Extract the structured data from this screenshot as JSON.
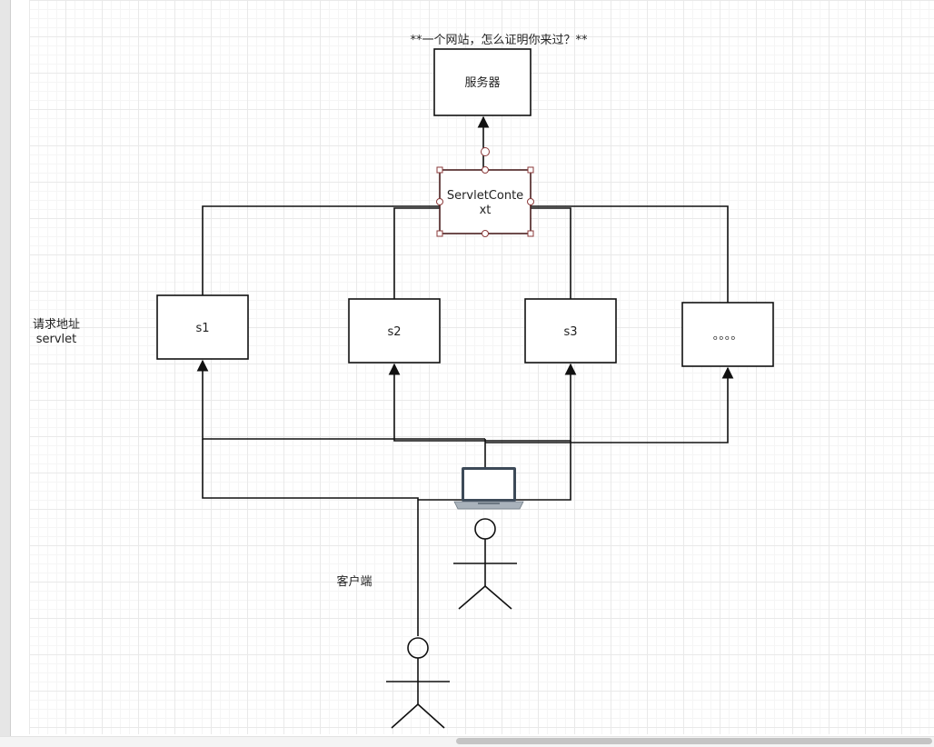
{
  "diagram": {
    "title": "**一个网站，怎么证明你来过？**",
    "server_label": "服务器",
    "context_label_line1": "ServletConte",
    "context_label_line2": "xt",
    "servlets": [
      "s1",
      "s2",
      "s3",
      "。。。。"
    ],
    "side_label_line1": "请求地址",
    "side_label_line2": "servlet",
    "client_label": "客户端"
  },
  "colors": {
    "line": "#111111",
    "selection_handle": "#8b3a3a",
    "grid": "#e9e9e9",
    "laptop_frame": "#3d4a58",
    "laptop_screen": "#ffffff"
  },
  "icons": [
    "laptop-icon",
    "stick-figure-icon"
  ]
}
